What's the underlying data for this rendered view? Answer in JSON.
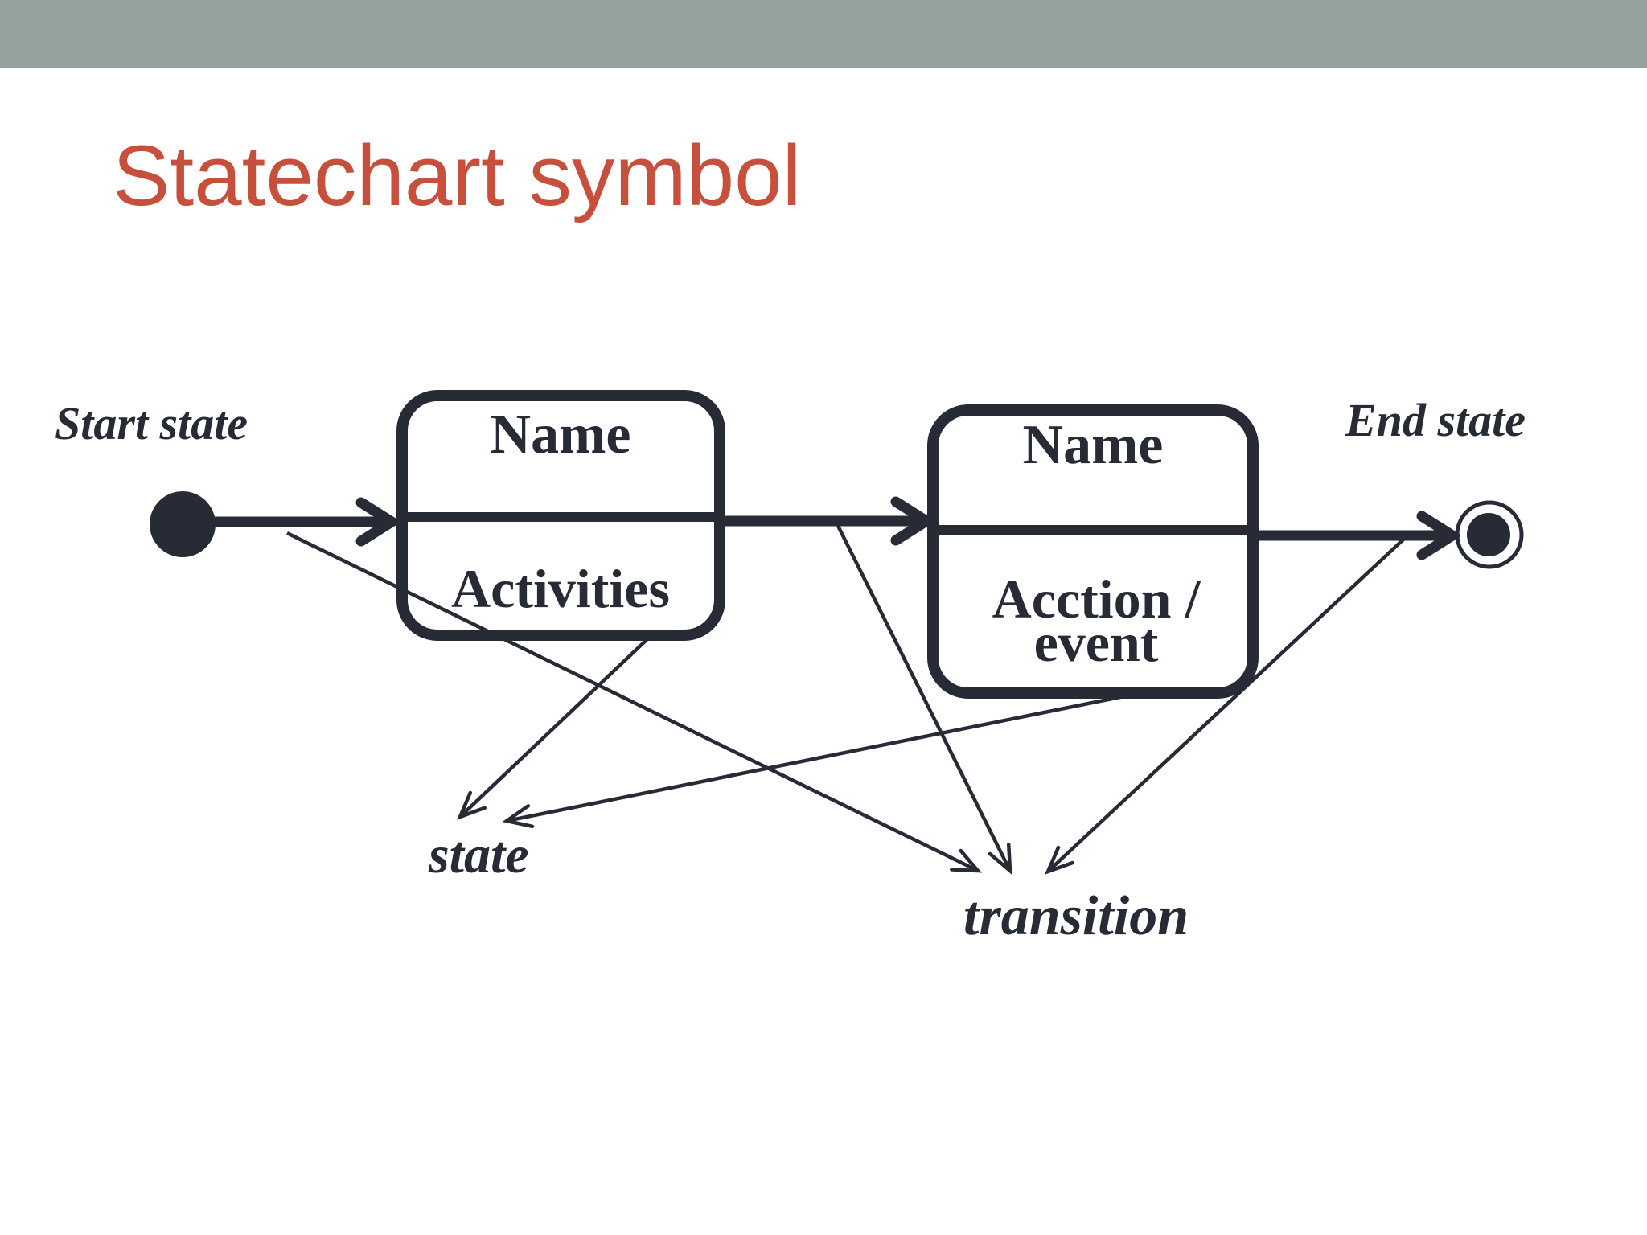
{
  "slide": {
    "title": "Statechart symbol",
    "colors": {
      "header_bar": "#93a29a",
      "title_text": "#c7503c",
      "diagram_ink": "#262b36",
      "background": "#ffffff"
    }
  },
  "diagram": {
    "start_state_label": "Start state",
    "end_state_label": "End state",
    "state_box_1": {
      "name": "Name",
      "body": "Activities"
    },
    "state_box_2": {
      "name": "Name",
      "body_line1": "Acction /",
      "body_line2": "event"
    },
    "callouts": {
      "state_label": "state",
      "transition_label": "transition"
    }
  }
}
